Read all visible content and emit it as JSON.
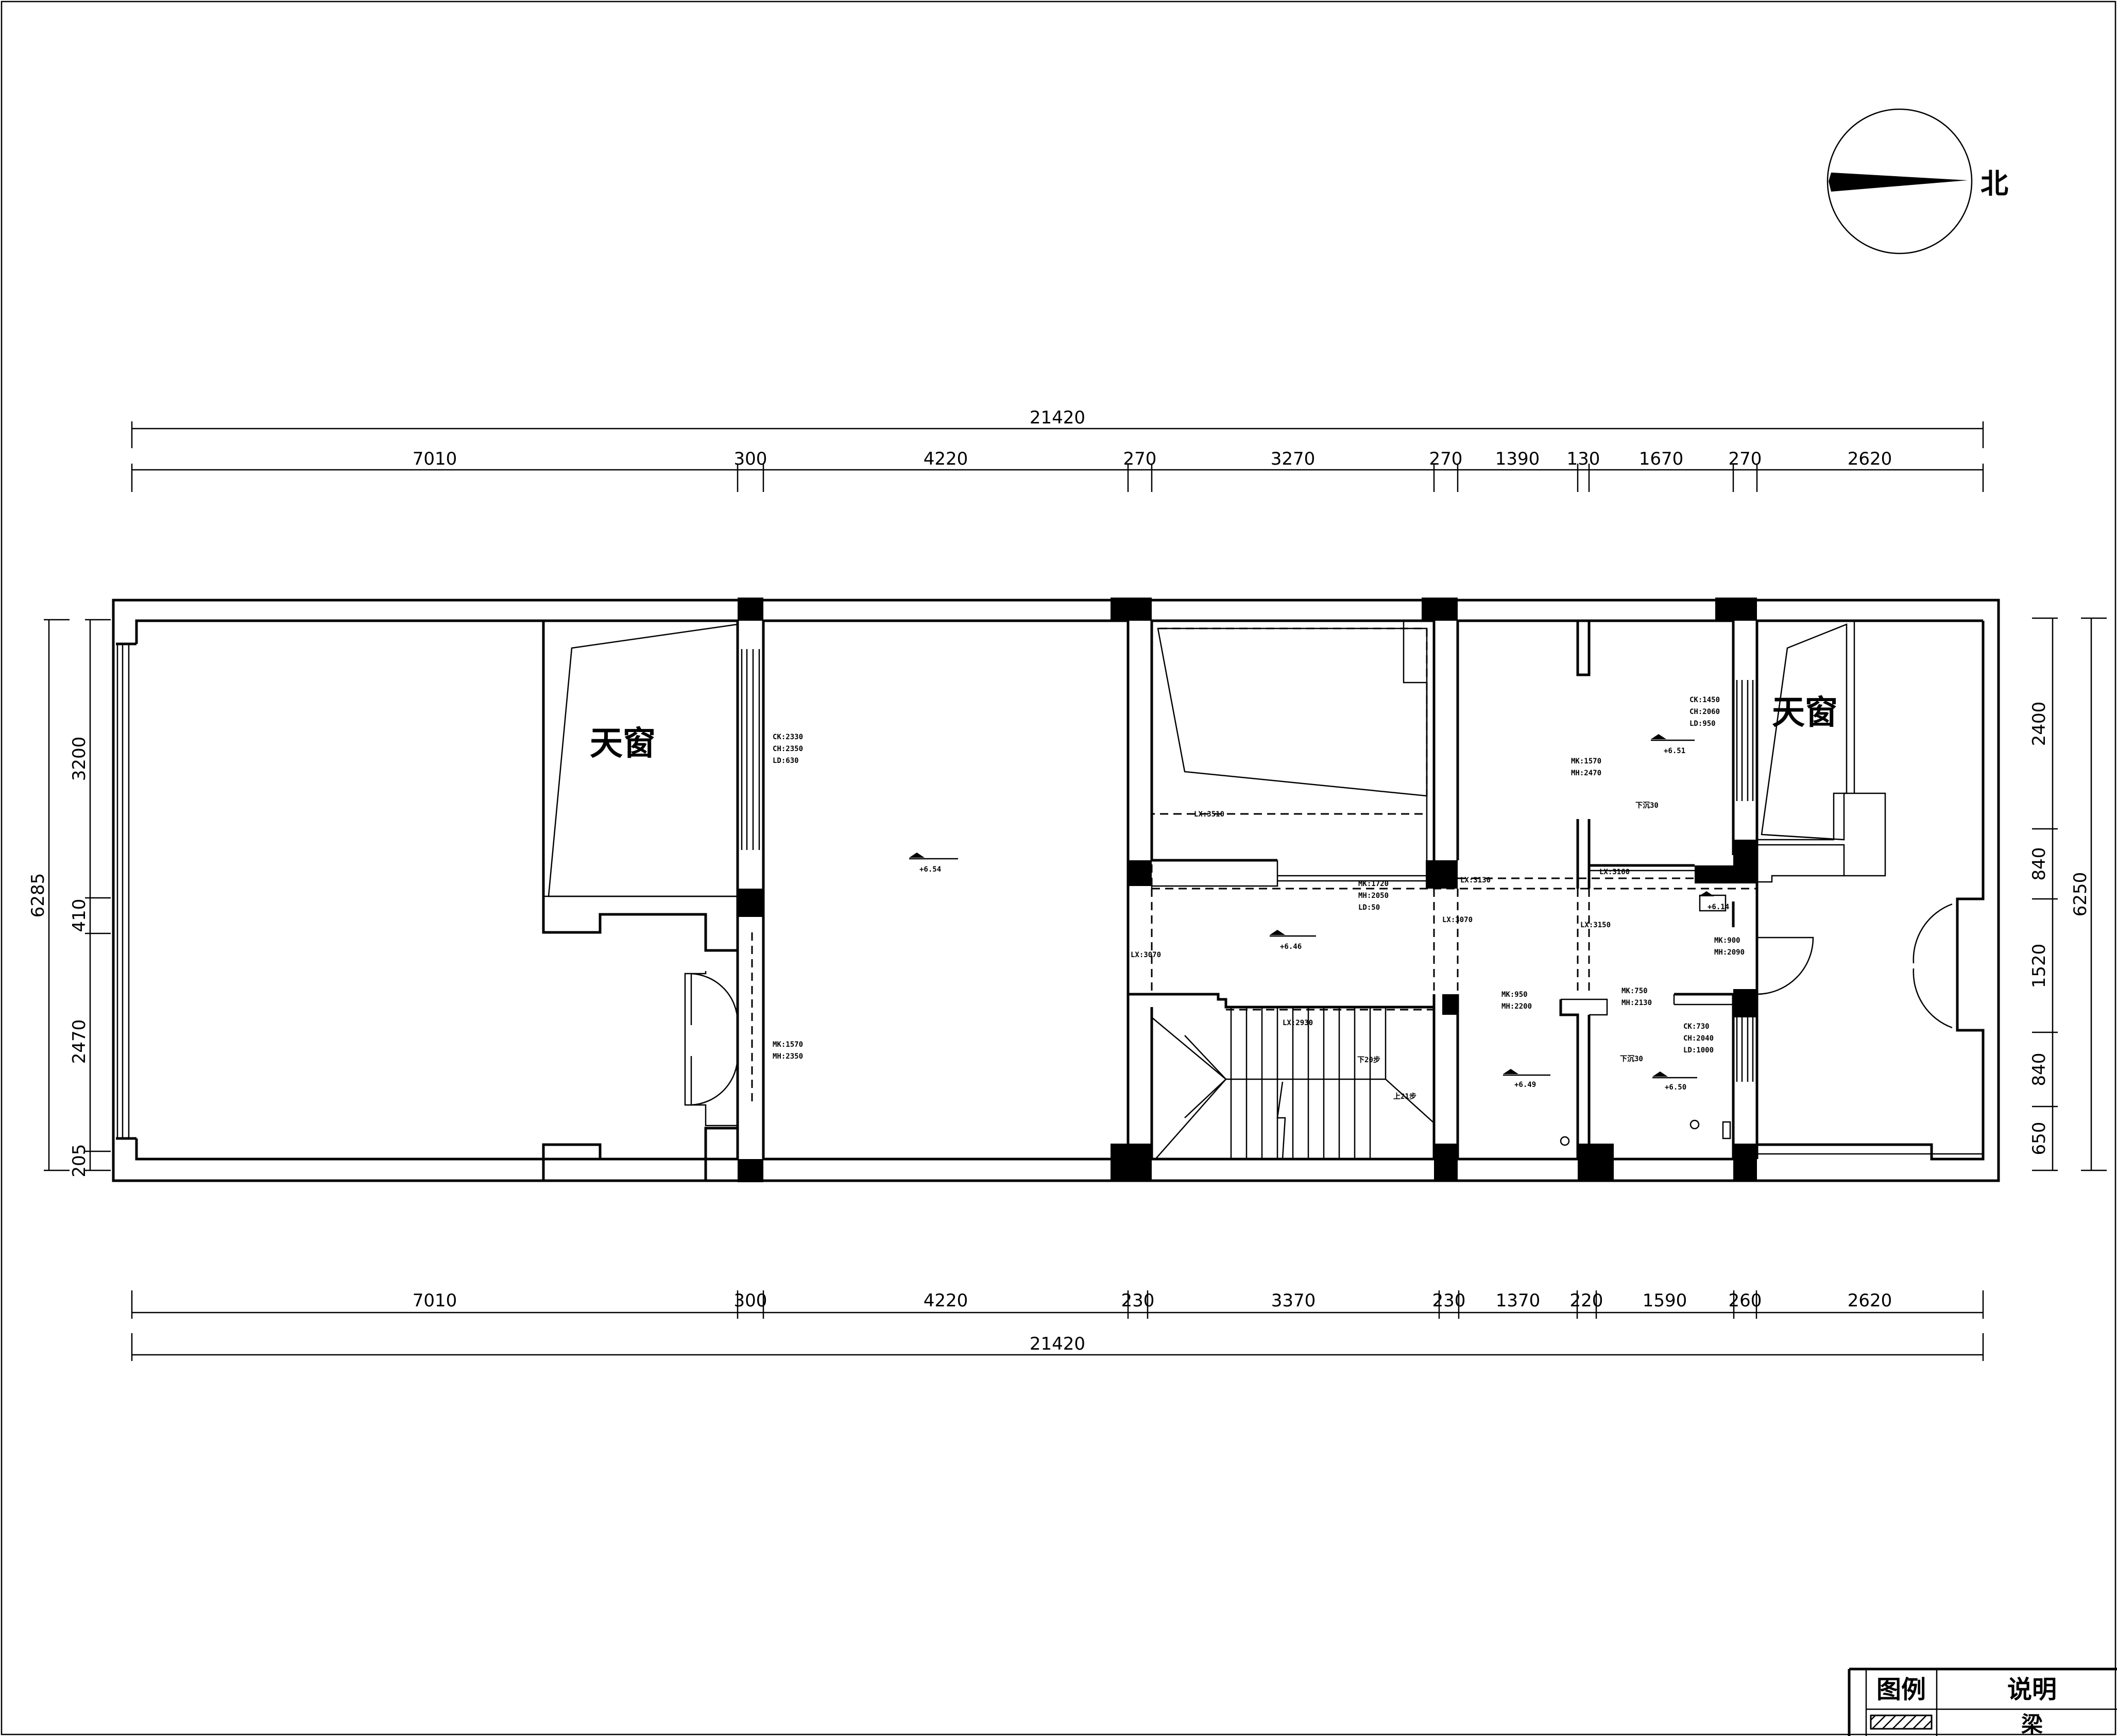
{
  "compass": {
    "north_label": "北"
  },
  "rooms": {
    "skylight_left": "天窗",
    "skylight_right": "天窗"
  },
  "dims_top": {
    "total": "21420",
    "segments": [
      "7010",
      "300",
      "4220",
      "270",
      "3270",
      "270",
      "1390",
      "130",
      "1670",
      "270",
      "2620"
    ]
  },
  "dims_bottom": {
    "total": "21420",
    "segments": [
      "7010",
      "300",
      "4220",
      "230",
      "3370",
      "230",
      "1370",
      "220",
      "1590",
      "260",
      "2620"
    ]
  },
  "dims_left": {
    "total": "6285",
    "segments": [
      "3200",
      "410",
      "2470",
      "205"
    ]
  },
  "dims_right": {
    "total": "6250",
    "segments": [
      "2400",
      "840",
      "1520",
      "840",
      "650"
    ]
  },
  "annotations": {
    "window_a": [
      "CK:2330",
      "CH:2350",
      "LD:630"
    ],
    "level_a": "+6.54",
    "door_a": [
      "MK:1570",
      "MH:2350"
    ],
    "beam_a": "LX:3510",
    "door_b": [
      "MK:1720",
      "MH:2050",
      "LD:50"
    ],
    "beam_b": "LX:3130",
    "beam_c": "LX:3070",
    "beam_d": "LX:3070",
    "level_b": "+6.46",
    "beam_e": "LX:2930",
    "stair_down": "下20步",
    "stair_up": "上21步",
    "door_c": [
      "MK:950",
      "MH:2200"
    ],
    "level_c": "+6.49",
    "beam_f": "LX:3150",
    "beam_g": "LX:3160",
    "door_d": [
      "MK:1570",
      "MH:2470"
    ],
    "window_b": [
      "CK:1450",
      "CH:2060",
      "LD:950"
    ],
    "level_d": "+6.51",
    "step_down_a": "下沉30",
    "level_e": "+6.14",
    "door_e": [
      "MK:900",
      "MH:2090"
    ],
    "door_f": [
      "MK:750",
      "MH:2130"
    ],
    "window_c": [
      "CK:730",
      "CH:2040",
      "LD:1000"
    ],
    "step_down_b": "下沉30",
    "level_f": "+6.50"
  },
  "legend": {
    "col_header_symbol": "图例",
    "col_header_desc": "说明",
    "row1_desc": "梁"
  }
}
